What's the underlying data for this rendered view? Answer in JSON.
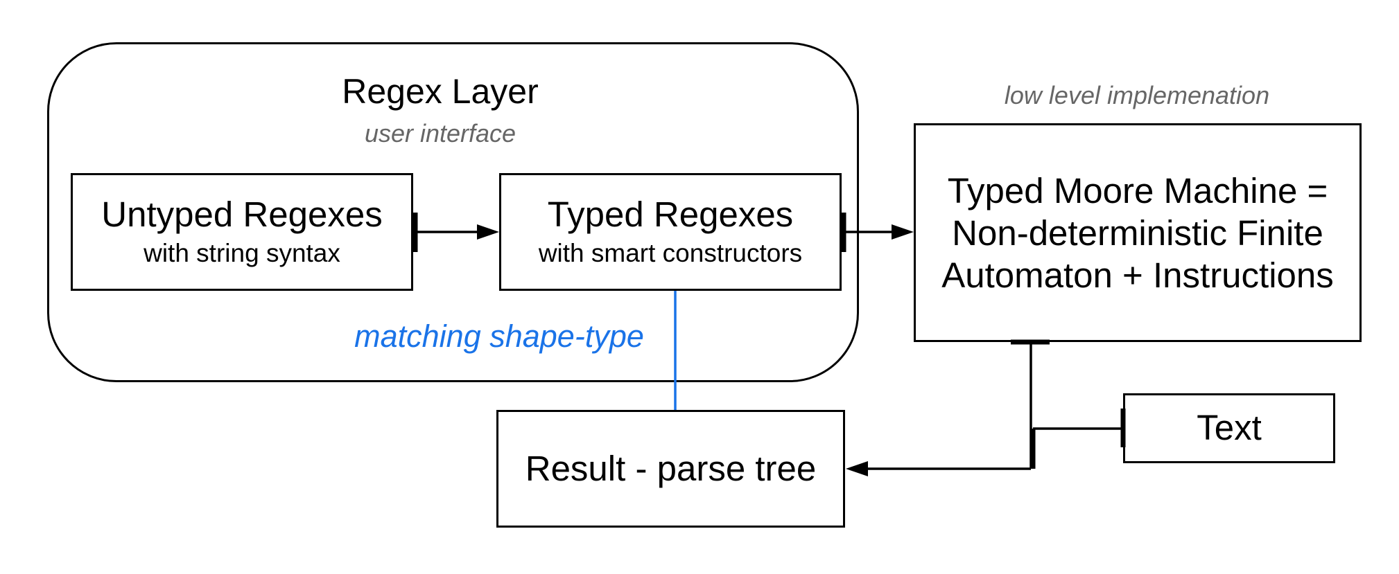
{
  "regex_layer": {
    "title": "Regex Layer",
    "subtitle": "user interface"
  },
  "untyped": {
    "title": "Untyped Regexes",
    "subtitle": "with string syntax"
  },
  "typed": {
    "title": "Typed Regexes",
    "subtitle": "with smart constructors"
  },
  "moore": {
    "caption": "low level implemenation",
    "lines": [
      "Typed Moore Machine =",
      "Non-deterministic Finite",
      "Automaton + Instructions"
    ]
  },
  "text_box": {
    "label": "Text"
  },
  "result": {
    "label": "Result - parse tree"
  },
  "matching": {
    "label": "matching shape-type",
    "color": "#1a73e8"
  }
}
